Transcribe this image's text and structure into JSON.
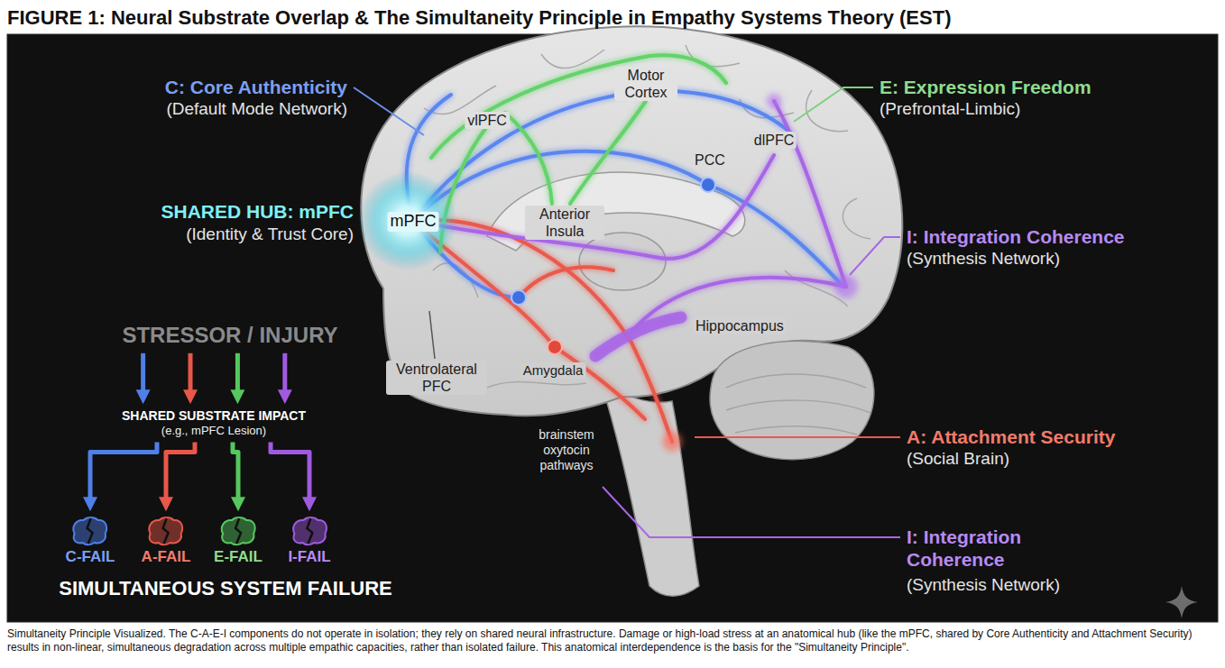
{
  "diagram": {
    "title": "FIGURE 1: Neural Substrate Overlap & The Simultaneity Principle in Empathy Systems Theory (EST)",
    "caption": "Simultaneity Principle Visualized. The C-A-E-I components do not operate in isolation; they rely on shared neural infrastructure. Damage or high-load stress at an anatomical hub (like the mPFC, shared by Core Authenticity and Attachment Security) results in non-linear, simultaneous degradation across multiple empathic capacities, rather than isolated failure. This anatomical interdependence is the basis for the \"Simultaneity Principle\".",
    "nodes": [
      {
        "text": [
          "STRESSOR / INJURY"
        ]
      },
      {
        "text": [
          "SHARED SUBSTRATE IMPACT",
          "(e.g., mPFC Lesion)"
        ]
      },
      {
        "text": [
          "C-FAIL"
        ]
      },
      {
        "text": [
          "A-FAIL"
        ]
      },
      {
        "text": [
          "E-FAIL"
        ]
      },
      {
        "text": [
          "I-FAIL"
        ]
      }
    ],
    "edges": [
      {
        "from": 0,
        "to": 1,
        "arrow": "to"
      },
      {
        "from": 0,
        "to": 1,
        "arrow": "to"
      },
      {
        "from": 0,
        "to": 1,
        "arrow": "to"
      },
      {
        "from": 0,
        "to": 1,
        "arrow": "to"
      },
      {
        "from": 1,
        "to": 2,
        "arrow": "to"
      },
      {
        "from": 1,
        "to": 3,
        "arrow": "to"
      },
      {
        "from": 1,
        "to": 4,
        "arrow": "to"
      },
      {
        "from": 1,
        "to": 5,
        "arrow": "to"
      }
    ],
    "labels": [
      "C: Core Authenticity",
      "(Default Mode Network)",
      "vlPFC",
      "Motor Cortex",
      "E: Expression Freedom",
      "(Prefrontal-Limbic)",
      "PCC",
      "dlPFC",
      "SHARED HUB: mPFC",
      "(Identity & Trust Core)",
      "mPFC",
      "Anterior Insula",
      "I: Integration Coherence",
      "(Synthesis Network)",
      "Hippocampus",
      "Ventrolateral PFC",
      "Amygdala",
      "brainstem oxytocin pathways",
      "A: Attachment Security",
      "(Social Brain)",
      "I: Integration Coherence",
      "(Synthesis Network)",
      "SIMULTANEOUS SYSTEM FAILURE"
    ]
  }
}
